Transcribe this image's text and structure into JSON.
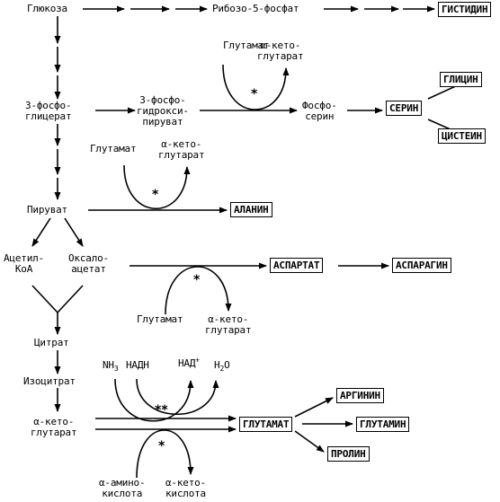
{
  "colors": {
    "line": "#000000",
    "background": "#ffffff"
  },
  "nodes": {
    "glucose": "Глюкоза",
    "ribose5p": "Рибозо-5-фосфат",
    "phosphoglycerate": "3-фосфо-\nглицерат",
    "phosphohydroxypyruvate": "3-фосфо-\nгидрокси-\nпируват",
    "phosphoserine": "Фосфо-\nсерин",
    "pyruvate": "Пируват",
    "acetylcoa": "Ацетил-\nКоА",
    "oxaloacetate": "Оксало-\nацетат",
    "citrate": "Цитрат",
    "isocitrate": "Изоцитрат",
    "aketoglutarate_main": "α-кето-\nглутарат"
  },
  "cofactors": {
    "glutamate": "Глутамат",
    "aketoglutarate": "α-кето-\nглутарат",
    "nh3": "NH",
    "nh3_sub": "3",
    "nadh": "НАДН",
    "nad": "НАД",
    "nad_sup": "+",
    "h2o_h": "H",
    "h2o_sub": "2",
    "h2o_o": "O",
    "aminoacid": "α-амино-\nкислота",
    "ketoacid": "α-кето-\nкислота"
  },
  "amino_acids": {
    "histidine": "ГИСТИДИН",
    "glycine": "ГЛИЦИН",
    "serine": "СЕРИН",
    "cysteine": "ЦИСТЕИН",
    "alanine": "АЛАНИН",
    "aspartate": "АСПАРТАТ",
    "asparagine": "АСПАРАГИН",
    "arginine": "АРГИНИН",
    "glutamate": "ГЛУТАМАТ",
    "glutamine": "ГЛУТАМИН",
    "proline": "ПРОЛИН"
  },
  "marks": {
    "single": "*",
    "double": "**"
  }
}
